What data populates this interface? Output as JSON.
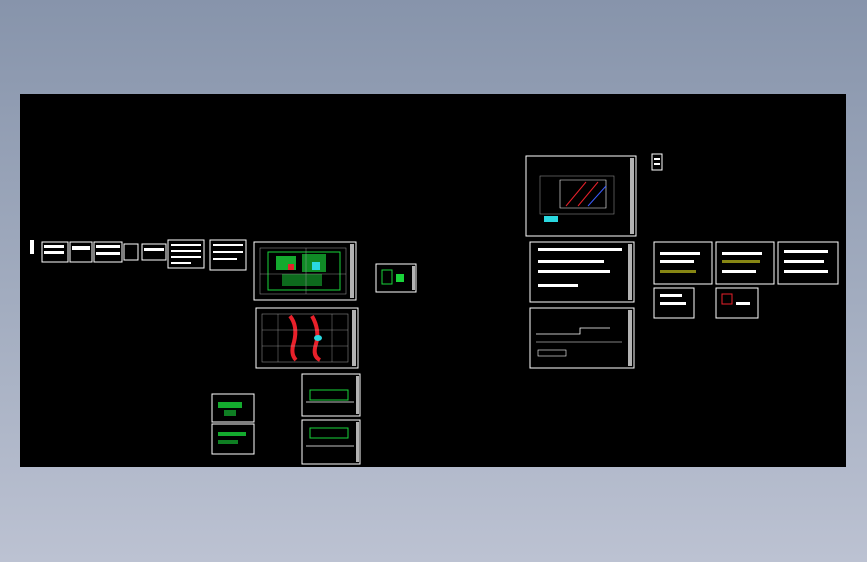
{
  "viewer": {
    "background_color": "#000000",
    "frame_color": "#ffffff",
    "drawing_colors": {
      "green": "#19d43a",
      "red": "#e8202a",
      "cyan": "#2ad8e0",
      "white": "#ffffff",
      "blue": "#3a5cff",
      "yellow": "#e0e020"
    }
  },
  "sheets": [
    {
      "id": "cover-text-block",
      "kind": "text"
    },
    {
      "id": "plan-sheet-1",
      "kind": "plan-green"
    },
    {
      "id": "plan-sheet-2",
      "kind": "plan-red"
    },
    {
      "id": "small-detail-sheet",
      "kind": "detail"
    },
    {
      "id": "detail-sheet-a",
      "kind": "detail"
    },
    {
      "id": "detail-sheet-b",
      "kind": "detail"
    },
    {
      "id": "section-sheet-1",
      "kind": "section"
    },
    {
      "id": "section-sheet-2",
      "kind": "section"
    },
    {
      "id": "site-plan-sheet",
      "kind": "site"
    },
    {
      "id": "elevation-sheet-1",
      "kind": "elevation"
    },
    {
      "id": "elevation-sheet-2",
      "kind": "elevation"
    },
    {
      "id": "notes-sheet-1",
      "kind": "notes"
    },
    {
      "id": "notes-sheet-2",
      "kind": "notes"
    },
    {
      "id": "notes-sheet-3",
      "kind": "notes"
    },
    {
      "id": "notes-sheet-4",
      "kind": "notes"
    },
    {
      "id": "notes-sheet-5",
      "kind": "notes"
    }
  ]
}
